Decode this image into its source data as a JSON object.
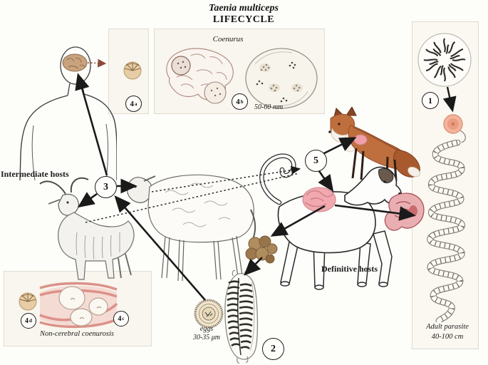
{
  "title": {
    "species": "Taenia multiceps",
    "subtitle": "LIFECYCLE"
  },
  "labels": {
    "intermediate_hosts": "Intermediate hosts",
    "definitive_hosts": "Definitive hosts",
    "coenurus": "Coenurus",
    "coenurus_size": "50-60 mm",
    "eggs": "eggs",
    "eggs_size": "30-35 μm",
    "adult_parasite_line1": "Adult parasite",
    "adult_parasite_line2": "40-100 cm",
    "non_cerebral": "Non-cerebral coenurosis"
  },
  "steps": {
    "one": "1",
    "two": "2",
    "three": "3",
    "five": "5",
    "four_a_num": "4",
    "four_a_letter": "a",
    "four_b_num": "4",
    "four_b_letter": "b",
    "four_c_num": "4",
    "four_c_letter": "c",
    "four_d_num": "4",
    "four_d_letter": "d"
  },
  "colors": {
    "fox_body": "#bf6e3e",
    "intestine_pink": "#f1a9af",
    "brain_tan": "#c9a27e",
    "feces_brown": "#a8855a",
    "egg_shell": "#efe5cf",
    "muscle_pink": "#e8a49c",
    "carcass_pink": "#e9aeb2",
    "box_background": "#f8f6ee",
    "arrow_black": "#1a1a1a",
    "dotted_accent": "#8a4a38"
  }
}
